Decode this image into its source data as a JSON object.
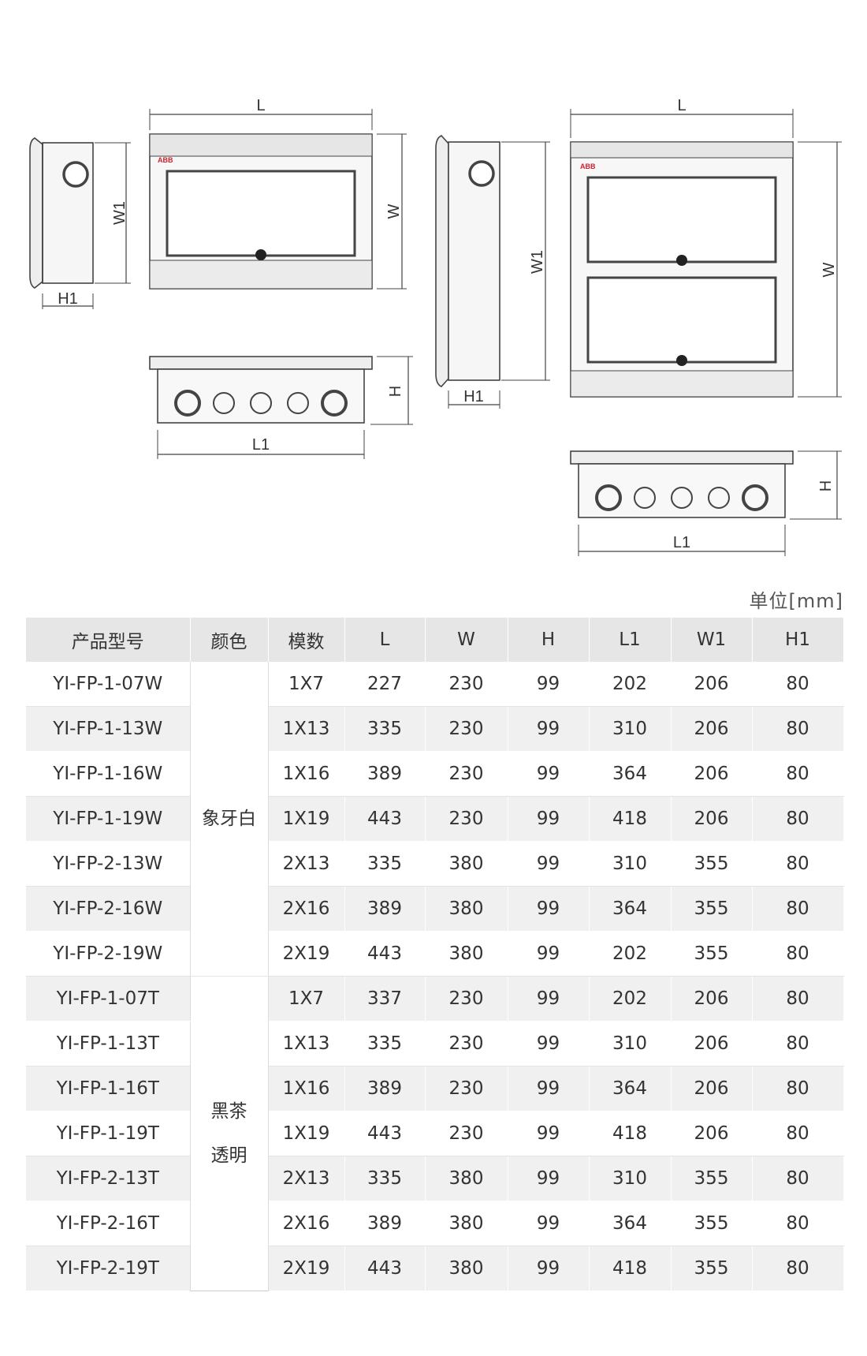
{
  "dimension_labels": {
    "length": "L",
    "width": "W",
    "height": "H",
    "inner_length": "L1",
    "inner_width": "W1",
    "depth": "H1"
  },
  "logo_text": "ABB",
  "unit_note": "单位[mm]",
  "table": {
    "headers": [
      "产品型号",
      "颜色",
      "模数",
      "L",
      "W",
      "H",
      "L1",
      "W1",
      "H1"
    ],
    "color_groups": [
      {
        "lines": [
          "象牙白"
        ],
        "rows": 7
      },
      {
        "lines": [
          "黑茶",
          "透明"
        ],
        "rows": 7
      }
    ],
    "rows": [
      {
        "model": "YI-FP-1-07W",
        "modules": "1X7",
        "L": "227",
        "W": "230",
        "H": "99",
        "L1": "202",
        "W1": "206",
        "H1": "80"
      },
      {
        "model": "YI-FP-1-13W",
        "modules": "1X13",
        "L": "335",
        "W": "230",
        "H": "99",
        "L1": "310",
        "W1": "206",
        "H1": "80"
      },
      {
        "model": "YI-FP-1-16W",
        "modules": "1X16",
        "L": "389",
        "W": "230",
        "H": "99",
        "L1": "364",
        "W1": "206",
        "H1": "80"
      },
      {
        "model": "YI-FP-1-19W",
        "modules": "1X19",
        "L": "443",
        "W": "230",
        "H": "99",
        "L1": "418",
        "W1": "206",
        "H1": "80"
      },
      {
        "model": "YI-FP-2-13W",
        "modules": "2X13",
        "L": "335",
        "W": "380",
        "H": "99",
        "L1": "310",
        "W1": "355",
        "H1": "80"
      },
      {
        "model": "YI-FP-2-16W",
        "modules": "2X16",
        "L": "389",
        "W": "380",
        "H": "99",
        "L1": "364",
        "W1": "355",
        "H1": "80"
      },
      {
        "model": "YI-FP-2-19W",
        "modules": "2X19",
        "L": "443",
        "W": "380",
        "H": "99",
        "L1": "202",
        "W1": "355",
        "H1": "80"
      },
      {
        "model": "YI-FP-1-07T",
        "modules": "1X7",
        "L": "337",
        "W": "230",
        "H": "99",
        "L1": "202",
        "W1": "206",
        "H1": "80"
      },
      {
        "model": "YI-FP-1-13T",
        "modules": "1X13",
        "L": "335",
        "W": "230",
        "H": "99",
        "L1": "310",
        "W1": "206",
        "H1": "80"
      },
      {
        "model": "YI-FP-1-16T",
        "modules": "1X16",
        "L": "389",
        "W": "230",
        "H": "99",
        "L1": "364",
        "W1": "206",
        "H1": "80"
      },
      {
        "model": "YI-FP-1-19T",
        "modules": "1X19",
        "L": "443",
        "W": "230",
        "H": "99",
        "L1": "418",
        "W1": "206",
        "H1": "80"
      },
      {
        "model": "YI-FP-2-13T",
        "modules": "2X13",
        "L": "335",
        "W": "380",
        "H": "99",
        "L1": "310",
        "W1": "355",
        "H1": "80"
      },
      {
        "model": "YI-FP-2-16T",
        "modules": "2X16",
        "L": "389",
        "W": "380",
        "H": "99",
        "L1": "364",
        "W1": "355",
        "H1": "80"
      },
      {
        "model": "YI-FP-2-19T",
        "modules": "2X19",
        "L": "443",
        "W": "380",
        "H": "99",
        "L1": "418",
        "W1": "355",
        "H1": "80"
      }
    ]
  }
}
